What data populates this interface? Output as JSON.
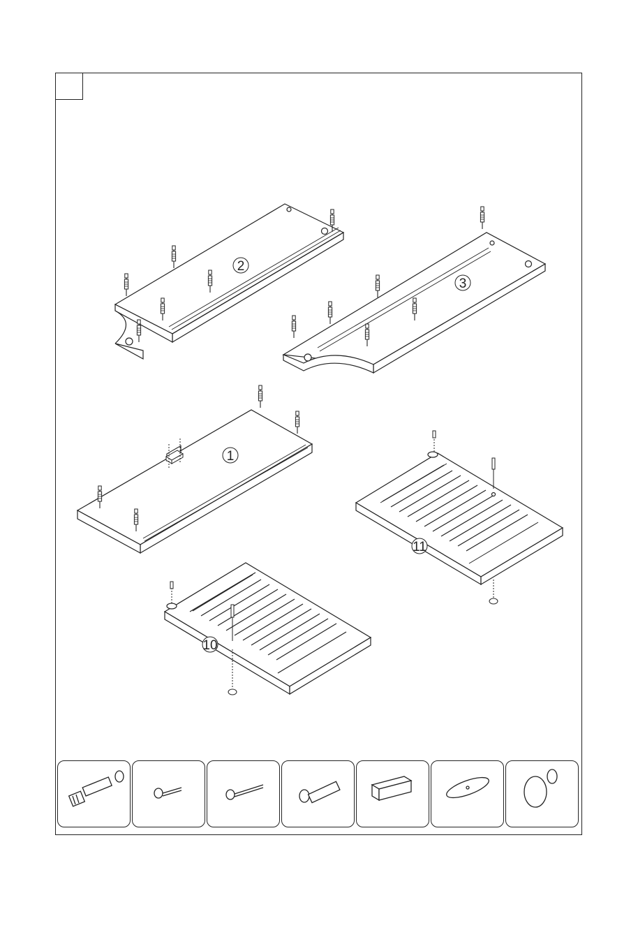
{
  "step": {
    "number": ""
  },
  "parts": [
    {
      "id": "panel-2",
      "label": "2"
    },
    {
      "id": "panel-3",
      "label": "3"
    },
    {
      "id": "panel-1",
      "label": "1"
    },
    {
      "id": "door-11",
      "label": "11"
    },
    {
      "id": "door-10",
      "label": "10"
    }
  ],
  "hardware": [
    {
      "icon": "cam-bolt-icon"
    },
    {
      "icon": "short-screw-icon"
    },
    {
      "icon": "long-screw-icon"
    },
    {
      "icon": "machine-screw-icon"
    },
    {
      "icon": "magnetic-catch-icon"
    },
    {
      "icon": "strike-plate-icon"
    },
    {
      "icon": "knob-icon"
    }
  ],
  "colors": {
    "line": "#222222",
    "fill": "#ffffff"
  }
}
